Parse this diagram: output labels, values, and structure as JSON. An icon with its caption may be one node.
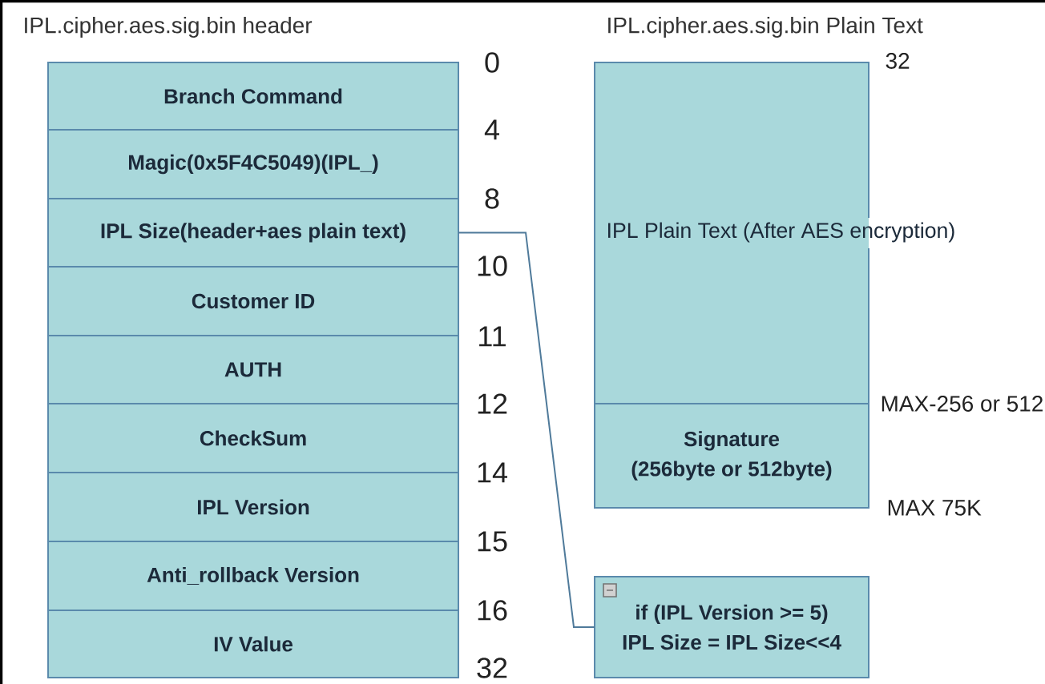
{
  "diagram": {
    "nodes": [
      {
        "text": [
          "Branch Command"
        ]
      },
      {
        "text": [
          "Magic(0x5F4C5049)(IPL_)"
        ]
      },
      {
        "text": [
          "IPL Size(header+aes plain text)"
        ]
      },
      {
        "text": [
          "Customer ID"
        ]
      },
      {
        "text": [
          "AUTH"
        ]
      },
      {
        "text": [
          "CheckSum"
        ]
      },
      {
        "text": [
          "IPL Version"
        ]
      },
      {
        "text": [
          "Anti_rollback Version"
        ]
      },
      {
        "text": [
          "IV Value"
        ]
      },
      {
        "text": [
          "IPL Plain Text (After AES encryption)"
        ]
      },
      {
        "text": [
          "Signature",
          "(256byte or 512byte)"
        ]
      },
      {
        "text": [
          "if (IPL Version >= 5)",
          "IPL Size = IPL Size<<4"
        ]
      }
    ],
    "edges": [
      {
        "from": 2,
        "to": 11,
        "arrow": "none"
      }
    ],
    "labels": [
      "IPL.cipher.aes.sig.bin header",
      "IPL.cipher.aes.sig.bin Plain Text",
      "0",
      "4",
      "8",
      "10",
      "11",
      "12",
      "14",
      "15",
      "16",
      "32",
      "32",
      "MAX-256 or 512",
      "MAX 75K"
    ]
  }
}
